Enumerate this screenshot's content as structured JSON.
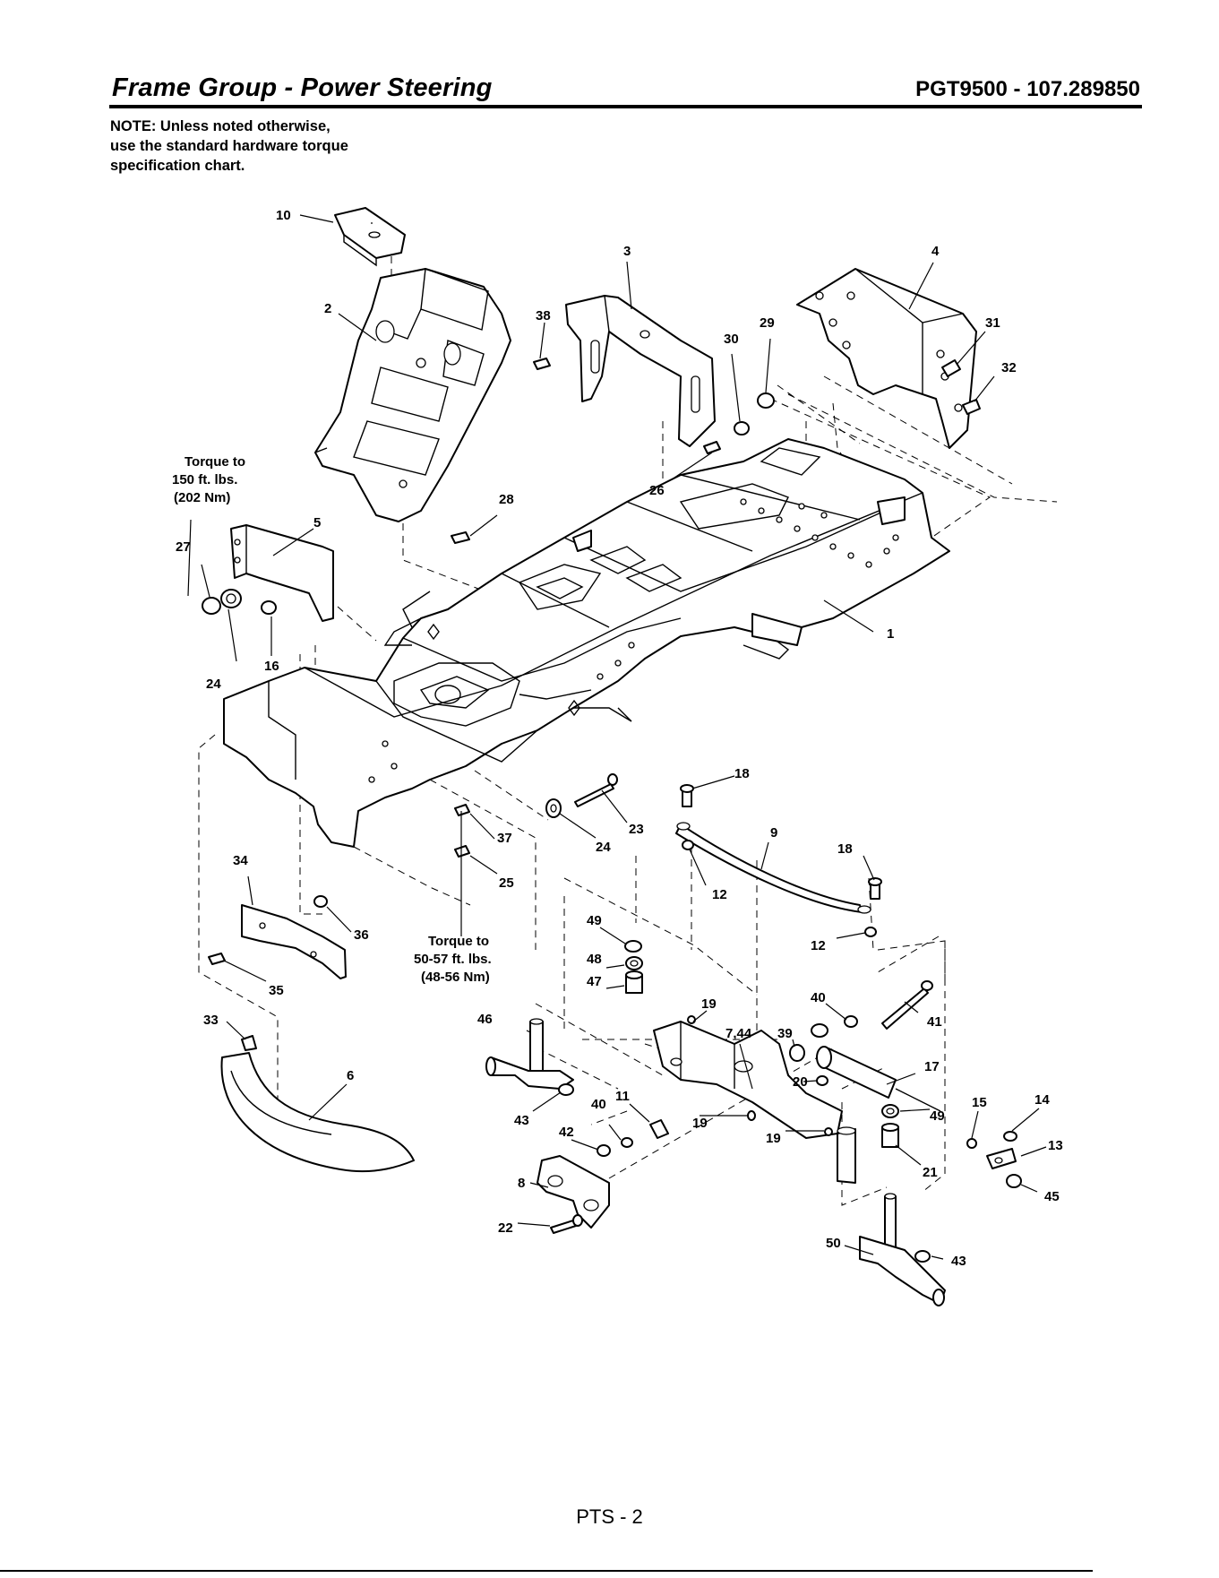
{
  "header": {
    "title": "Frame Group - Power Steering",
    "model": "PGT9500 - 107.289850"
  },
  "note": {
    "lines": [
      "NOTE: Unless noted otherwise,",
      "use the standard hardware torque",
      "specification chart."
    ]
  },
  "torque_notes": {
    "upper": [
      "Torque to",
      "150 ft. lbs.",
      "(202 Nm)"
    ],
    "lower": [
      "Torque to",
      "50-57 ft. lbs.",
      "(48-56 Nm)"
    ]
  },
  "callouts": [
    "1",
    "2",
    "3",
    "4",
    "5",
    "6",
    "7,44",
    "8",
    "9",
    "10",
    "11",
    "12",
    "12",
    "13",
    "14",
    "15",
    "16",
    "17",
    "18",
    "18",
    "19",
    "19",
    "19",
    "20",
    "21",
    "22",
    "23",
    "24",
    "24",
    "25",
    "26",
    "27",
    "28",
    "29",
    "30",
    "31",
    "32",
    "33",
    "34",
    "35",
    "36",
    "37",
    "38",
    "39",
    "40",
    "40",
    "41",
    "42",
    "43",
    "43",
    "45",
    "46",
    "47",
    "48",
    "49",
    "49",
    "50"
  ],
  "footer": {
    "page": "PTS - 2"
  }
}
